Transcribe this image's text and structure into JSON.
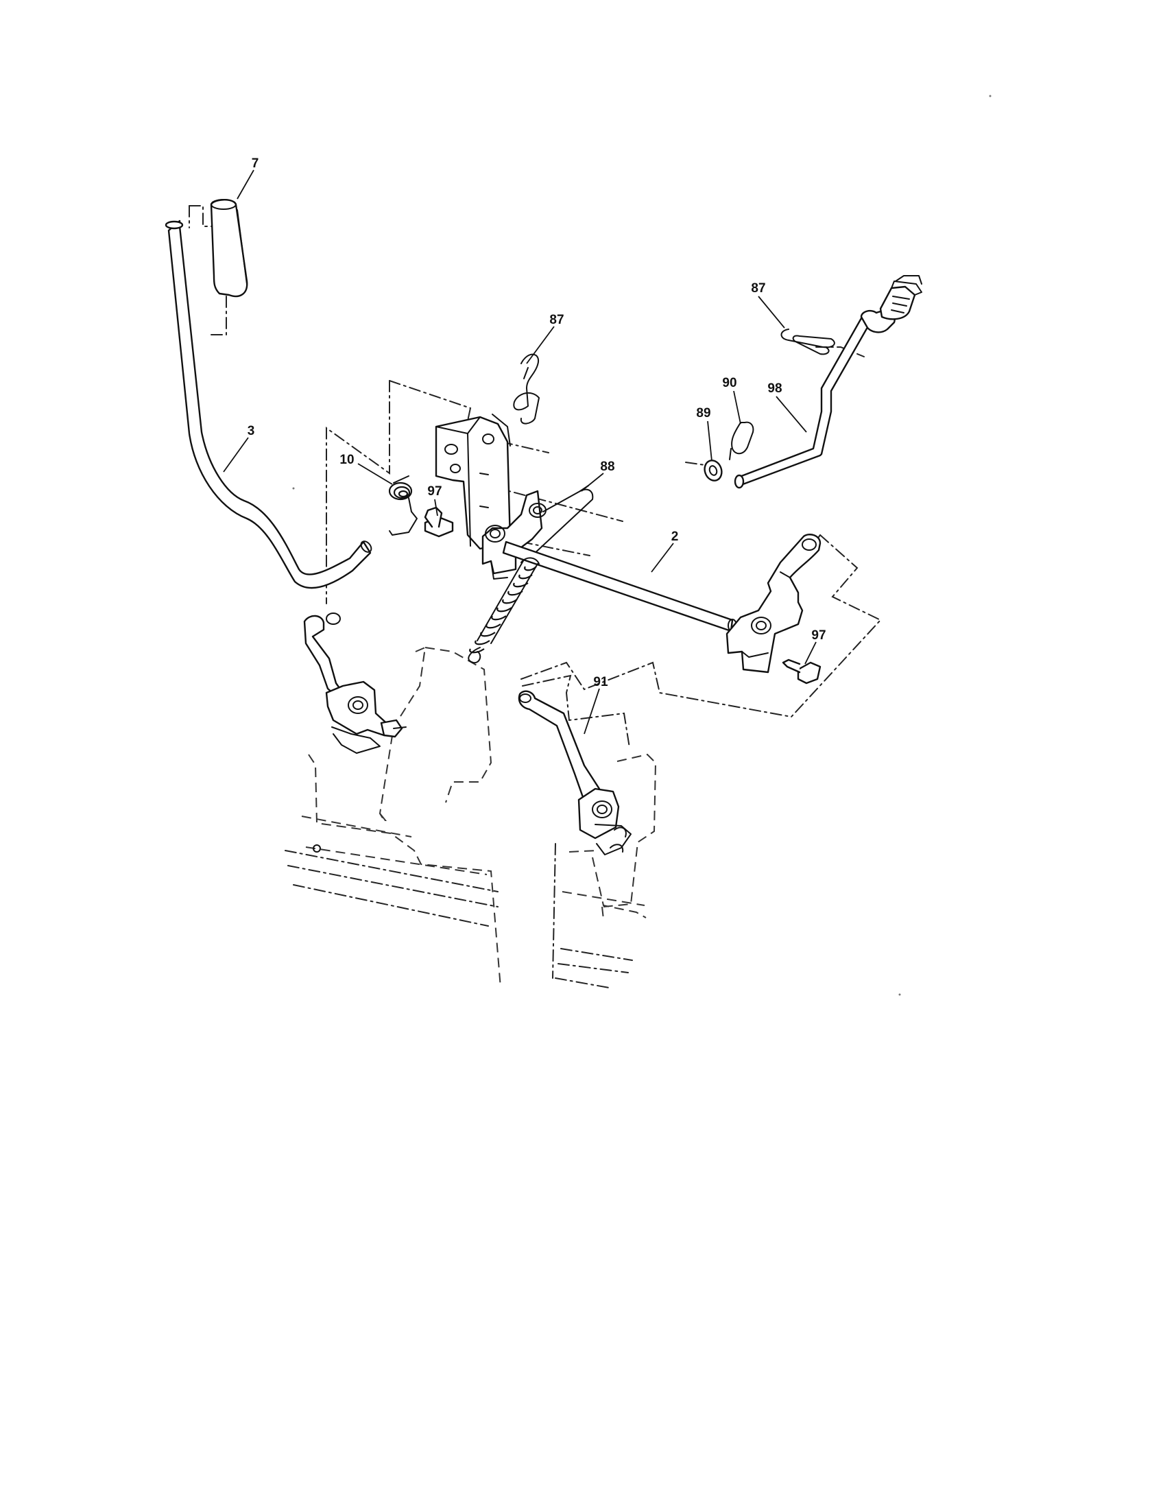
{
  "diagram": {
    "callouts": [
      {
        "id": "grip",
        "label": "7"
      },
      {
        "id": "lift-handle",
        "label": "3"
      },
      {
        "id": "torsion-spring",
        "label": "10"
      },
      {
        "id": "bolt-left",
        "label": "97"
      },
      {
        "id": "hairpin-center",
        "label": "87"
      },
      {
        "id": "wire-clip",
        "label": "88"
      },
      {
        "id": "cross-shaft",
        "label": "2"
      },
      {
        "id": "hairpin-right",
        "label": "87"
      },
      {
        "id": "cotter-pin",
        "label": "90"
      },
      {
        "id": "washer",
        "label": "89"
      },
      {
        "id": "adjust-link",
        "label": "98"
      },
      {
        "id": "bolt-right",
        "label": "97"
      },
      {
        "id": "deck-link",
        "label": "91"
      }
    ]
  }
}
